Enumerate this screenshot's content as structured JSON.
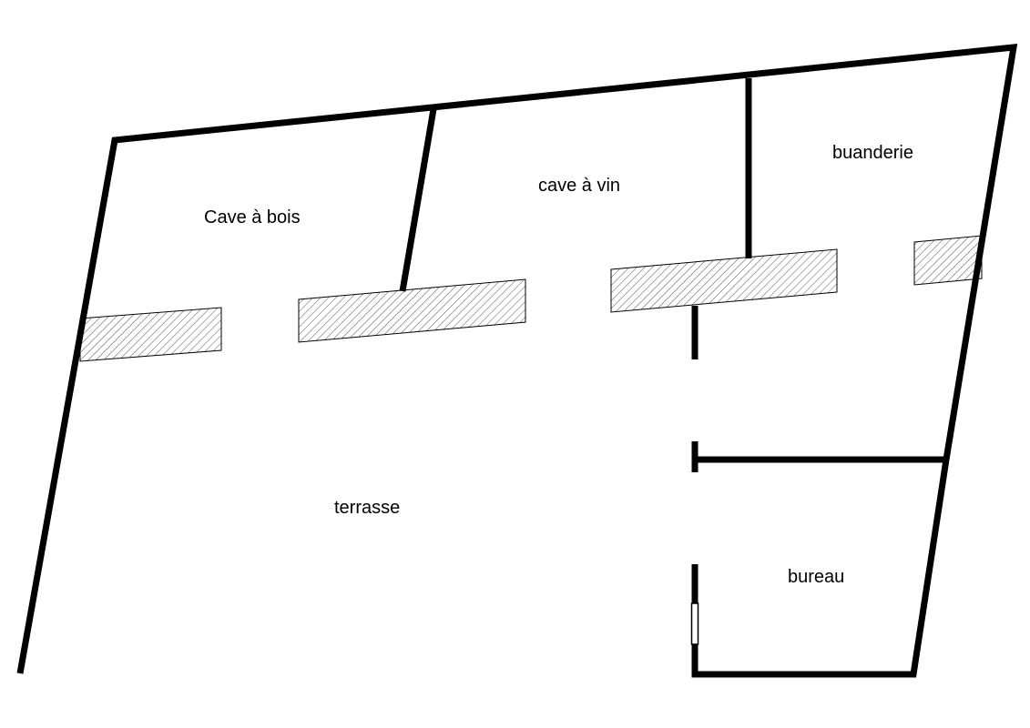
{
  "rooms": {
    "cave_bois": "Cave à bois",
    "cave_vin": "cave à vin",
    "buanderie": "buanderie",
    "terrasse": "terrasse",
    "bureau": "bureau"
  },
  "colors": {
    "wall": "#000000",
    "hatch": "#555555",
    "background": "#ffffff"
  }
}
